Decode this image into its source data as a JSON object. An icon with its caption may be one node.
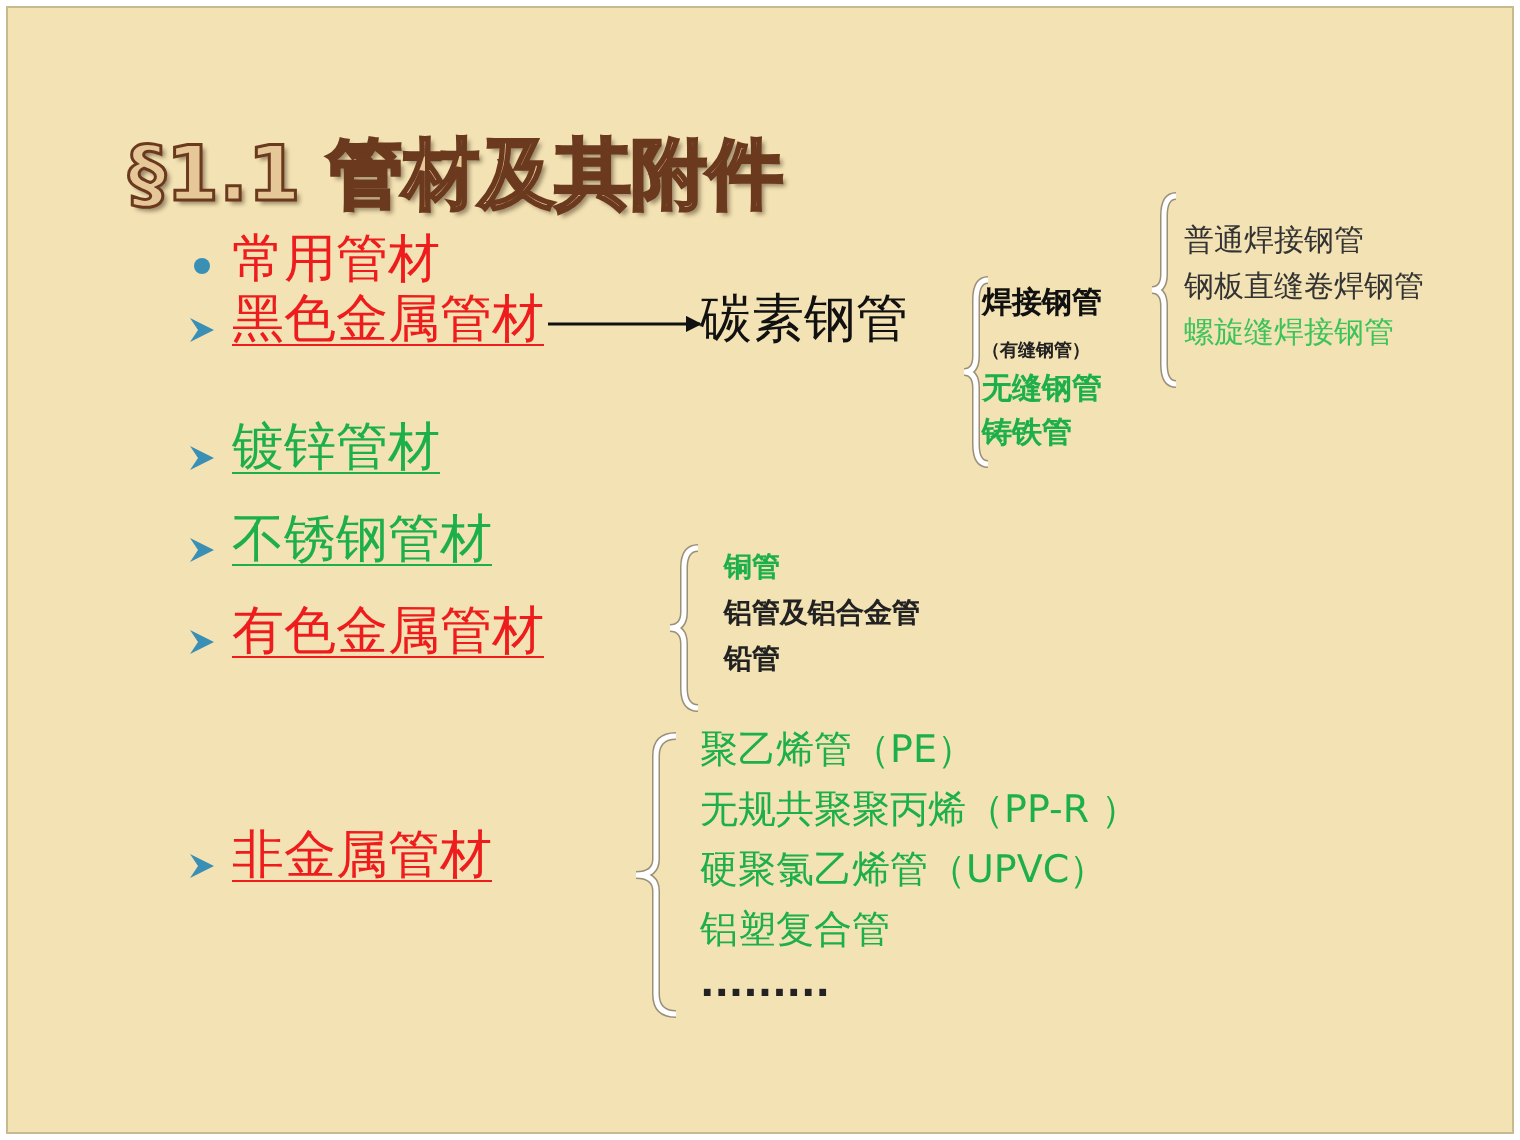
{
  "diagram": {
    "title": "§1.1 管材及其附件",
    "nodes": [
      {
        "text": [
          "黑色金属管材"
        ]
      },
      {
        "text": [
          "碳素钢管"
        ]
      }
    ],
    "edges": [
      {
        "from": 0,
        "to": 1,
        "arrow": "to"
      }
    ],
    "labels": [
      "常用管材",
      "普通焊接钢管",
      "钢板直缝卷焊钢管",
      "螺旋缝焊接钢管",
      "焊接钢管",
      "（有缝钢管）",
      "无缝钢管",
      "铸铁管",
      "镀锌管材",
      "不锈钢管材",
      "有色金属管材",
      "铜管",
      "铝管及铝合金管",
      "铅管",
      "非金属管材",
      "聚乙烯管（PE）",
      "无规共聚聚丙烯（PP-R ）",
      "硬聚氯乙烯管（UPVC）",
      "铝塑复合管",
      "........."
    ]
  }
}
